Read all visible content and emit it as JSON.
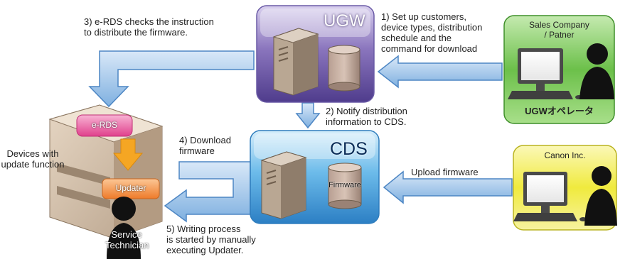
{
  "servers": {
    "ugw": {
      "title": "UGW"
    },
    "cds": {
      "title": "CDS",
      "storage_label": "Firmware"
    }
  },
  "parties": {
    "sales": {
      "name": "Sales Company\n/ Patner",
      "operator": "UGWオペレータ"
    },
    "canon": {
      "name": "Canon Inc."
    }
  },
  "device": {
    "label": "Devices with\nupdate function",
    "erds_label": "e-RDS",
    "updater_label": "Updater",
    "technician_label": "Service\nTechnician"
  },
  "steps": {
    "step1": "1) Set up customers,\ndevice types, distribution\nschedule and the\ncommand for download",
    "step2": "2) Notify distribution\ninformation to CDS.",
    "step3": "3) e-RDS checks the instruction\nto distribute the firmware.",
    "step4": "4) Download\nfirmware",
    "step5": "5) Writing process\nis started by manually\nexecuting Updater.",
    "upload": "Upload firmware"
  },
  "colors": {
    "arrow": "#9fc3e8",
    "arrow_edge": "#4d86c4",
    "ugw_box": "#7d68b3",
    "cds_box": "#5eb0e4",
    "sales_box": "#6cc04a",
    "canon_box": "#f2ee4d",
    "erds_box": "#e85aa0",
    "updater_box": "#f08a3e",
    "orange_arrow": "#f5a623"
  }
}
